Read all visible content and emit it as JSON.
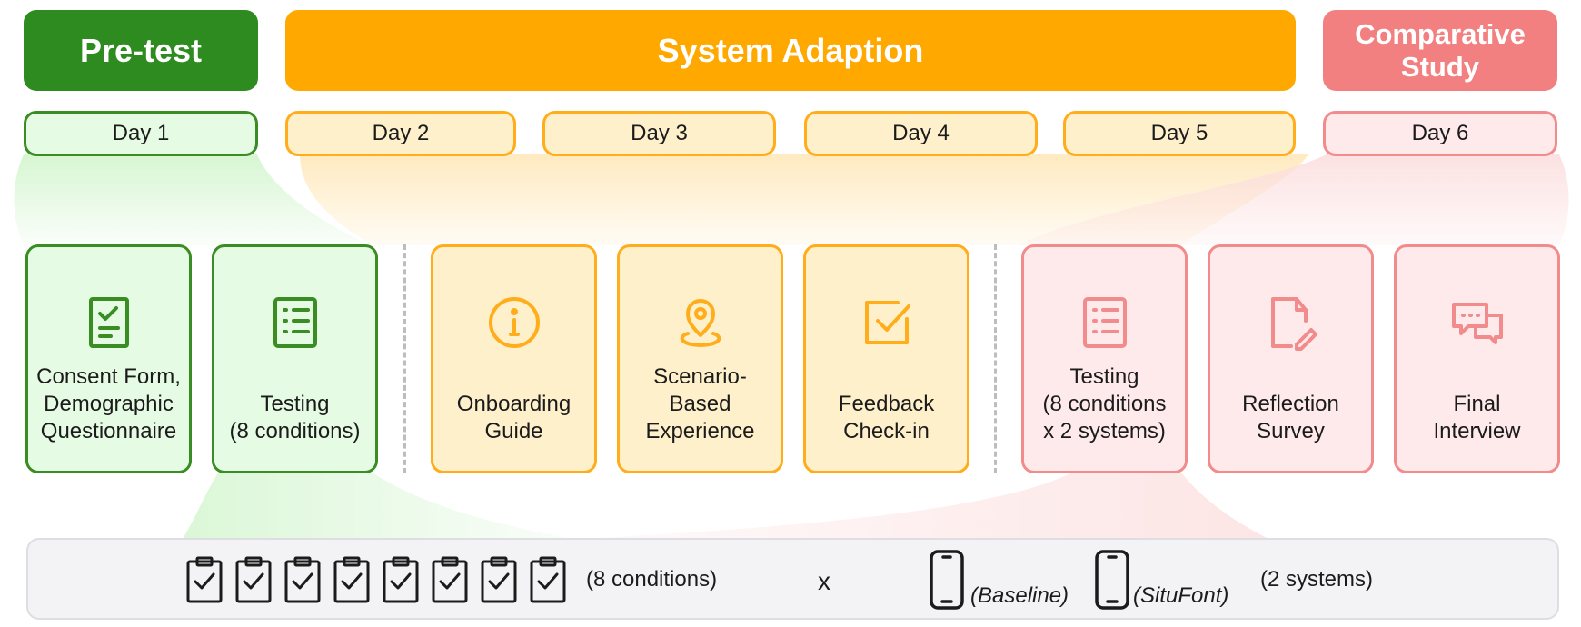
{
  "phases": {
    "pretest": "Pre-test",
    "adaption": "System Adaption",
    "comparative": "Comparative\nStudy"
  },
  "days": [
    "Day 1",
    "Day 2",
    "Day 3",
    "Day 4",
    "Day 5",
    "Day 6"
  ],
  "cards": [
    {
      "label": "Consent Form,\nDemographic\nQuestionnaire",
      "icon": "clipboard-check-icon"
    },
    {
      "label": "Testing\n(8 conditions)",
      "icon": "list-icon"
    },
    {
      "label": "Onboarding\nGuide",
      "icon": "info-icon"
    },
    {
      "label": "Scenario-\nBased\nExperience",
      "icon": "location-pin-icon"
    },
    {
      "label": "Feedback\nCheck-in",
      "icon": "checkbox-icon"
    },
    {
      "label": "Testing\n(8 conditions\nx 2 systems)",
      "icon": "list-icon"
    },
    {
      "label": "Reflection\nSurvey",
      "icon": "document-edit-icon"
    },
    {
      "label": "Final\nInterview",
      "icon": "chat-icon"
    }
  ],
  "bottom": {
    "conditions_label": "(8 conditions)",
    "times": "x",
    "baseline": "(Baseline)",
    "situfont": "(SituFont)",
    "systems_label": "(2 systems)"
  },
  "colors": {
    "green": "#2e8b1f",
    "orange": "#ffa800",
    "pink": "#f28080"
  }
}
